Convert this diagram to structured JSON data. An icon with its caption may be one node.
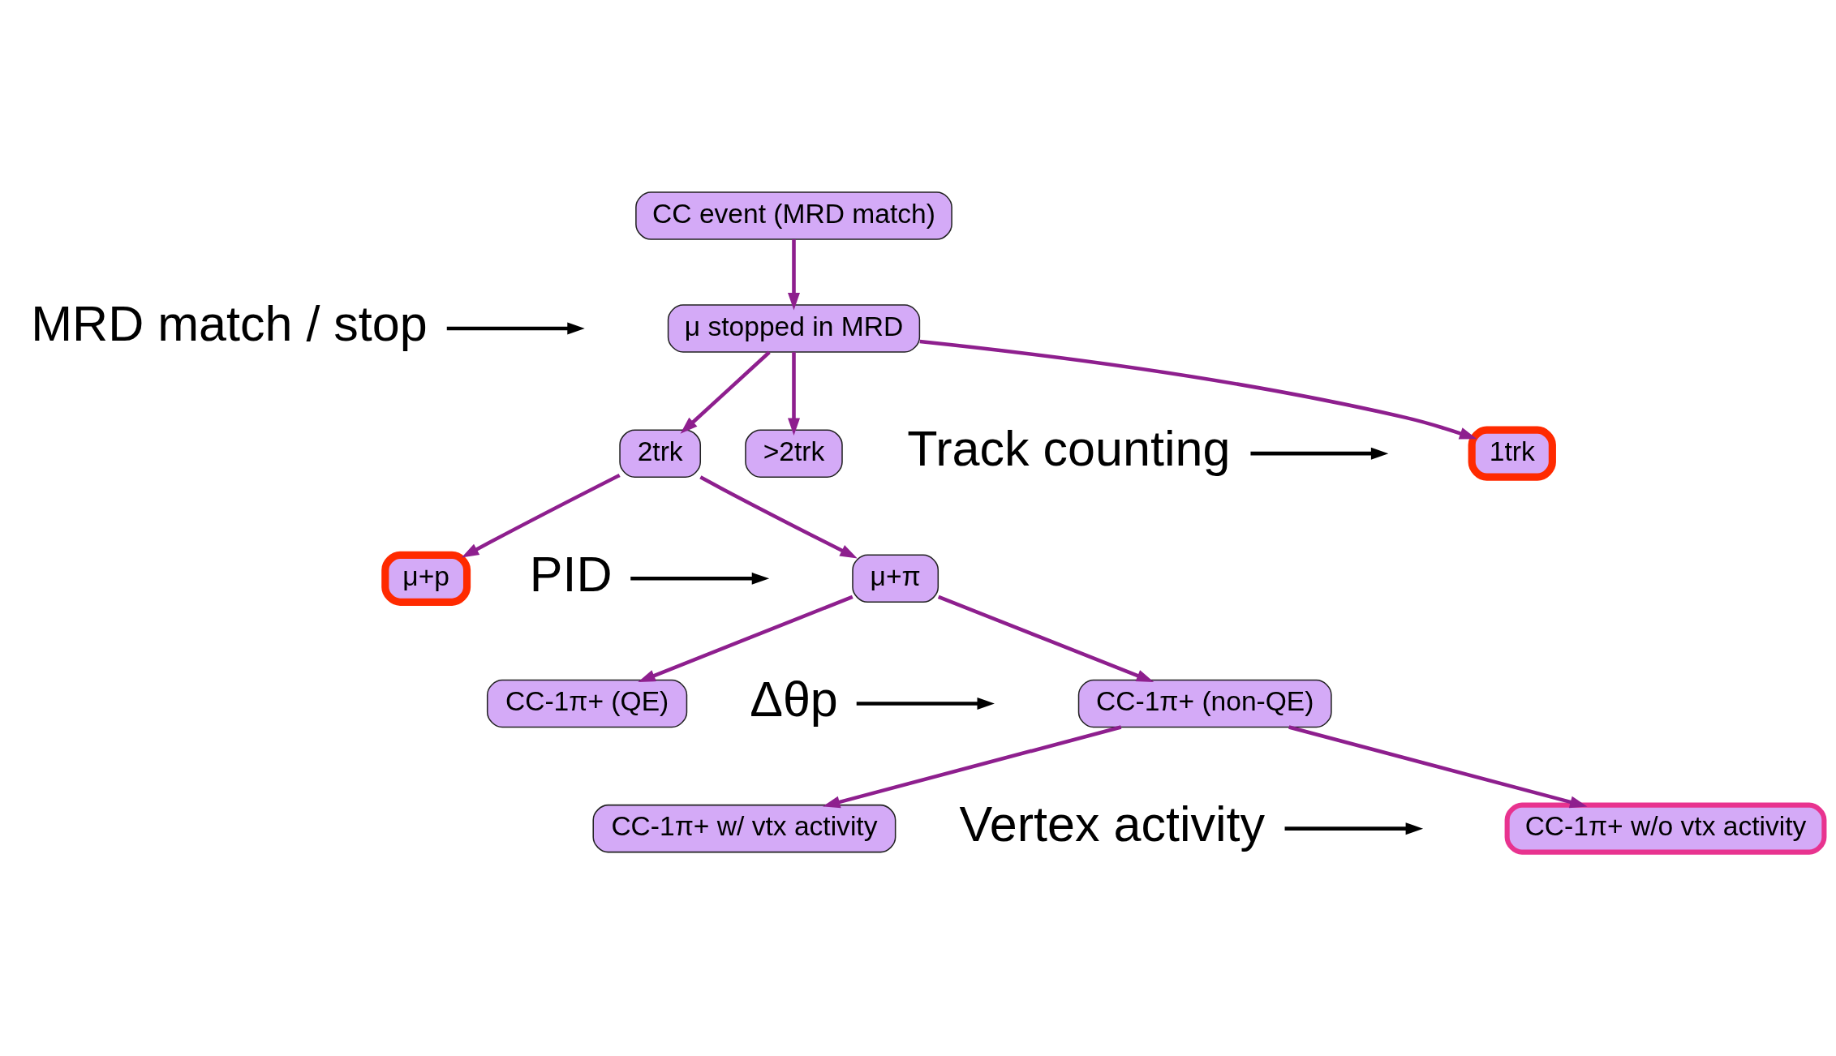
{
  "diagram": {
    "nodes": [
      {
        "text": [
          "CC event (MRD match)"
        ]
      },
      {
        "text": [
          "μ stopped in MRD"
        ]
      },
      {
        "text": [
          "1trk"
        ]
      },
      {
        "text": [
          "2trk"
        ]
      },
      {
        "text": [
          ">2trk"
        ]
      },
      {
        "text": [
          "μ+π"
        ]
      },
      {
        "text": [
          "μ+p"
        ]
      },
      {
        "text": [
          "CC-1π+ (non-QE)"
        ]
      },
      {
        "text": [
          "CC-1π+ (QE)"
        ]
      },
      {
        "text": [
          "CC-1π+ w/o vtx activity"
        ]
      },
      {
        "text": [
          "CC-1π+ w/ vtx activity"
        ]
      },
      {
        "text": [
          "MRD match / stop"
        ]
      },
      {
        "text": [
          "Track counting"
        ]
      },
      {
        "text": [
          "PID"
        ]
      },
      {
        "text": [
          "Δθp"
        ]
      },
      {
        "text": [
          "Vertex activity"
        ]
      }
    ],
    "edges": [
      {
        "from": 0,
        "to": 1,
        "arrow": "to"
      },
      {
        "from": 1,
        "to": 2,
        "arrow": "to"
      },
      {
        "from": 1,
        "to": 3,
        "arrow": "to"
      },
      {
        "from": 1,
        "to": 4,
        "arrow": "to"
      },
      {
        "from": 3,
        "to": 5,
        "arrow": "to"
      },
      {
        "from": 3,
        "to": 6,
        "arrow": "to"
      },
      {
        "from": 5,
        "to": 7,
        "arrow": "to"
      },
      {
        "from": 5,
        "to": 8,
        "arrow": "to"
      },
      {
        "from": 7,
        "to": 9,
        "arrow": "to"
      },
      {
        "from": 7,
        "to": 10,
        "arrow": "to"
      },
      {
        "from": 11,
        "to": null,
        "arrow": "to",
        "color": "#000000"
      },
      {
        "from": 12,
        "to": null,
        "arrow": "to",
        "color": "#000000"
      },
      {
        "from": 13,
        "to": null,
        "arrow": "to",
        "color": "#000000"
      },
      {
        "from": 14,
        "to": null,
        "arrow": "to",
        "color": "#000000"
      },
      {
        "from": 15,
        "to": null,
        "arrow": "to",
        "color": "#000000"
      }
    ]
  }
}
